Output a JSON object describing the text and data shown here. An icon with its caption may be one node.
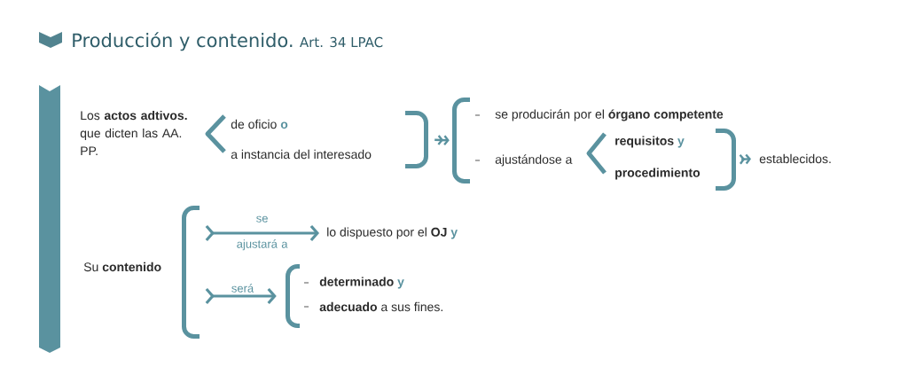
{
  "diagram": {
    "title": "Producción y contenido.",
    "nodes": [
      {
        "text": [
          "Los **actos adtivos.** que dicten las AA. PP."
        ]
      },
      {
        "text": [
          "de oficio",
          "o"
        ]
      },
      {
        "text": [
          "a instancia del interesado"
        ]
      },
      {
        "text": [],
        "shape": "bracket"
      },
      {
        "text": [],
        "shape": "bracket"
      },
      {
        "text": [
          "se producirán por el **órgano competente**"
        ]
      },
      {
        "text": [
          "ajustándose a"
        ]
      },
      {
        "text": [
          "requisitos",
          "y"
        ]
      },
      {
        "text": [
          "procedimiento"
        ]
      },
      {
        "text": [],
        "shape": "bracket"
      },
      {
        "text": [
          "establecidos."
        ]
      },
      {
        "text": [
          "Su **contenido**"
        ]
      },
      {
        "text": [],
        "shape": "bracket"
      },
      {
        "text": [
          "lo dispuesto por el **OJ**",
          "y"
        ]
      },
      {
        "text": [],
        "shape": "bracket"
      },
      {
        "text": [
          "determinado",
          "y"
        ]
      },
      {
        "text": [
          "**adecuado** a sus fines."
        ]
      }
    ],
    "edges": [
      {
        "from": 3,
        "to": 4,
        "arrow": "to"
      },
      {
        "from": 9,
        "to": 10,
        "arrow": "to"
      },
      {
        "from": 12,
        "to": 13,
        "arrow": "to",
        "label": "se ajustará a"
      },
      {
        "from": 12,
        "to": 14,
        "arrow": "to",
        "label": "será"
      }
    ],
    "labels": [
      "Art. 34 LPAC"
    ]
  }
}
